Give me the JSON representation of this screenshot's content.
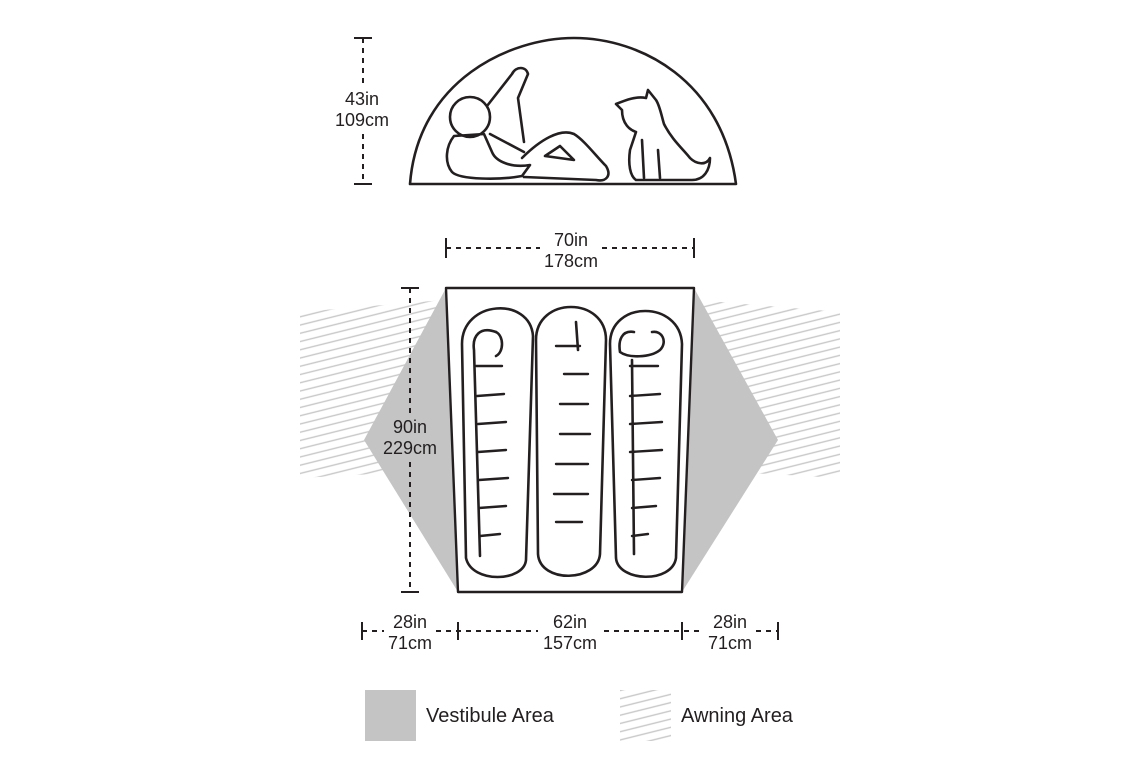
{
  "dimensions": {
    "height": {
      "in": "43in",
      "cm": "109cm"
    },
    "width_top": {
      "in": "70in",
      "cm": "178cm"
    },
    "length": {
      "in": "90in",
      "cm": "229cm"
    },
    "vestibule_left": {
      "in": "28in",
      "cm": "71cm"
    },
    "floor_bottom": {
      "in": "62in",
      "cm": "157cm"
    },
    "vestibule_right": {
      "in": "28in",
      "cm": "71cm"
    }
  },
  "legend": {
    "vestibule": {
      "label": "Vestibule Area",
      "color": "#c4c4c4"
    },
    "awning": {
      "label": "Awning Area",
      "color": "#c8c8c8"
    }
  },
  "colors": {
    "line": "#231f20",
    "vestibule_fill": "#c4c4c4",
    "hatch": "#c8c8c8"
  }
}
